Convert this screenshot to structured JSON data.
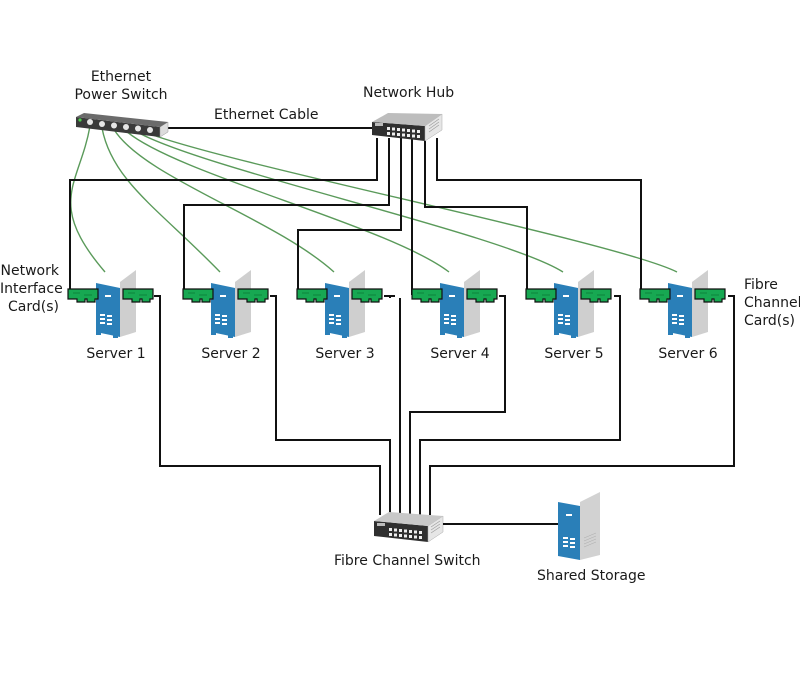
{
  "title": "Cluster Network Topology",
  "labels": {
    "power_switch": "Ethernet\nPower Switch",
    "ethernet_cable": "Ethernet Cable",
    "network_hub": "Network Hub",
    "nic": "Network\nInterface\nCard(s)",
    "fc_card": "Fibre\nChannel\nCard(s)",
    "fc_switch": "Fibre Channel Switch",
    "shared_storage": "Shared Storage"
  },
  "servers": [
    {
      "name": "Server 1"
    },
    {
      "name": "Server 2"
    },
    {
      "name": "Server 3"
    },
    {
      "name": "Server 4"
    },
    {
      "name": "Server 5"
    },
    {
      "name": "Server 6"
    }
  ],
  "colors": {
    "server_blue": "#2a7fb8",
    "server_side": "#cfcfcf",
    "card_green": "#17a852",
    "power_cable_green": "#5a9a5a",
    "cable_black": "#111111",
    "device_dark": "#3a3a3a"
  }
}
